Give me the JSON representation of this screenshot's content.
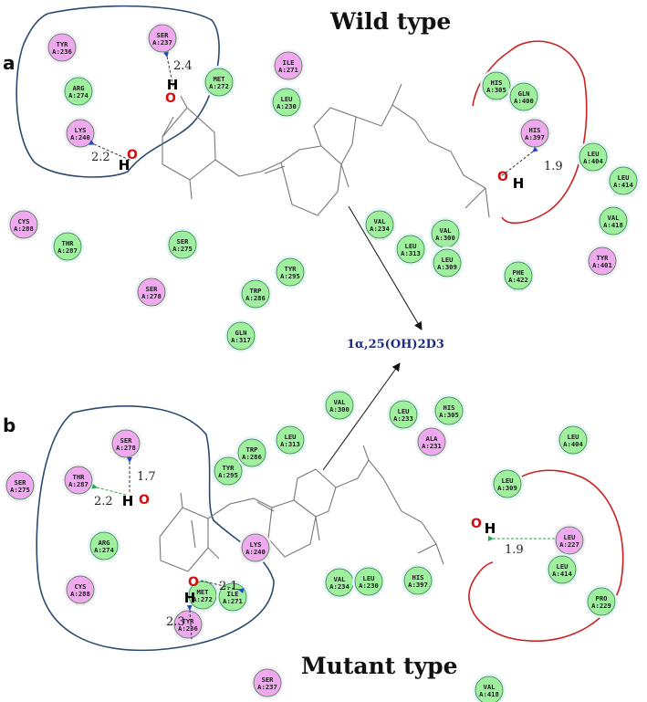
{
  "labels": {
    "panel_a": "a",
    "panel_b": "b",
    "title_top": "Wild type",
    "title_bottom": "Mutant type",
    "ligand": "1α,25(OH)2D3"
  },
  "colors": {
    "hydrophobic": "#9ef09e",
    "polar": "#f0a8f0",
    "stroke": "#2a6a2a",
    "pocket_outline": "#2b4a6e",
    "hydrophobic_outline": "#cc2020"
  },
  "diagrams": [
    {
      "id": "a",
      "residues": [
        {
          "name": "TYR",
          "id": "A:236",
          "type": "polar"
        },
        {
          "name": "SER",
          "id": "A:237",
          "type": "polar"
        },
        {
          "name": "ARG",
          "id": "A:274",
          "type": "hydrophobic"
        },
        {
          "name": "LYS",
          "id": "A:240",
          "type": "polar"
        },
        {
          "name": "MET",
          "id": "A:272",
          "type": "hydrophobic"
        },
        {
          "name": "ILE",
          "id": "A:271",
          "type": "polar"
        },
        {
          "name": "LEU",
          "id": "A:230",
          "type": "hydrophobic"
        },
        {
          "name": "HIS",
          "id": "A:305",
          "type": "hydrophobic"
        },
        {
          "name": "GLN",
          "id": "A:400",
          "type": "hydrophobic"
        },
        {
          "name": "HIS",
          "id": "A:397",
          "type": "polar"
        },
        {
          "name": "LEU",
          "id": "A:404",
          "type": "hydrophobic"
        },
        {
          "name": "LEU",
          "id": "A:414",
          "type": "hydrophobic"
        },
        {
          "name": "VAL",
          "id": "A:418",
          "type": "hydrophobic"
        },
        {
          "name": "TYR",
          "id": "A:401",
          "type": "polar"
        },
        {
          "name": "CYS",
          "id": "A:288",
          "type": "polar"
        },
        {
          "name": "THR",
          "id": "A:287",
          "type": "hydrophobic"
        },
        {
          "name": "SER",
          "id": "A:275",
          "type": "hydrophobic"
        },
        {
          "name": "VAL",
          "id": "A:234",
          "type": "hydrophobic"
        },
        {
          "name": "LEU",
          "id": "A:313",
          "type": "hydrophobic"
        },
        {
          "name": "VAL",
          "id": "A:300",
          "type": "hydrophobic"
        },
        {
          "name": "LEU",
          "id": "A:309",
          "type": "hydrophobic"
        },
        {
          "name": "PHE",
          "id": "A:422",
          "type": "hydrophobic"
        },
        {
          "name": "SER",
          "id": "A:278",
          "type": "polar"
        },
        {
          "name": "TRP",
          "id": "A:286",
          "type": "hydrophobic"
        },
        {
          "name": "TYR",
          "id": "A:295",
          "type": "hydrophobic"
        },
        {
          "name": "GLN",
          "id": "A:317",
          "type": "hydrophobic"
        }
      ],
      "hbonds": [
        "2.4",
        "2.2",
        "1.9"
      ]
    },
    {
      "id": "b",
      "residues": [
        {
          "name": "SER",
          "id": "A:275",
          "type": "polar"
        },
        {
          "name": "THR",
          "id": "A:287",
          "type": "polar"
        },
        {
          "name": "SER",
          "id": "A:278",
          "type": "polar"
        },
        {
          "name": "ARG",
          "id": "A:274",
          "type": "hydrophobic"
        },
        {
          "name": "CYS",
          "id": "A:288",
          "type": "polar"
        },
        {
          "name": "TYR",
          "id": "A:295",
          "type": "hydrophobic"
        },
        {
          "name": "TRP",
          "id": "A:286",
          "type": "hydrophobic"
        },
        {
          "name": "LEU",
          "id": "A:313",
          "type": "hydrophobic"
        },
        {
          "name": "VAL",
          "id": "A:300",
          "type": "hydrophobic"
        },
        {
          "name": "LEU",
          "id": "A:233",
          "type": "hydrophobic"
        },
        {
          "name": "HIS",
          "id": "A:305",
          "type": "hydrophobic"
        },
        {
          "name": "ALA",
          "id": "A:231",
          "type": "polar"
        },
        {
          "name": "LEU",
          "id": "A:404",
          "type": "hydrophobic"
        },
        {
          "name": "LEU",
          "id": "A:309",
          "type": "hydrophobic"
        },
        {
          "name": "LEU",
          "id": "A:227",
          "type": "polar"
        },
        {
          "name": "LEU",
          "id": "A:414",
          "type": "hydrophobic"
        },
        {
          "name": "PRO",
          "id": "A:229",
          "type": "hydrophobic"
        },
        {
          "name": "LYS",
          "id": "A:240",
          "type": "polar"
        },
        {
          "name": "MET",
          "id": "A:272",
          "type": "hydrophobic"
        },
        {
          "name": "ILE",
          "id": "A:271",
          "type": "hydrophobic"
        },
        {
          "name": "TYR",
          "id": "A:236",
          "type": "polar"
        },
        {
          "name": "VAL",
          "id": "A:234",
          "type": "hydrophobic"
        },
        {
          "name": "LEU",
          "id": "A:230",
          "type": "hydrophobic"
        },
        {
          "name": "HIS",
          "id": "A:397",
          "type": "hydrophobic"
        },
        {
          "name": "VAL",
          "id": "A:418",
          "type": "hydrophobic"
        },
        {
          "name": "SER",
          "id": "A:237",
          "type": "polar"
        }
      ],
      "hbonds": [
        "1.7",
        "2.2",
        "2.1",
        "2.3",
        "1.9"
      ]
    }
  ]
}
